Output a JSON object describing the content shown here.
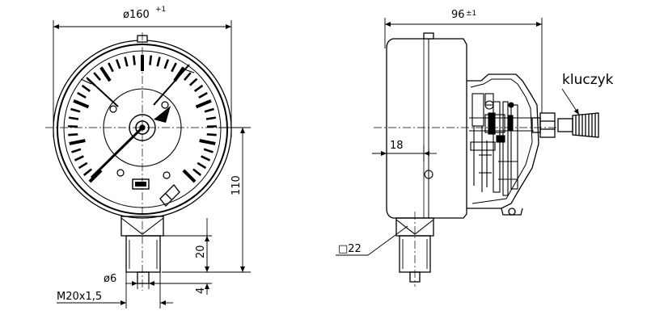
{
  "front_view": {
    "diameter_label": "ø160",
    "diameter_tol": "+1",
    "height_label": "110",
    "thread_len_label": "20",
    "tip_len_label": "4",
    "tip_diam_label": "ø6",
    "thread_label": "M20x1,5"
  },
  "side_view": {
    "depth_label": "96",
    "depth_tol": "±1",
    "offset_label": "18",
    "wrench_label": "□22",
    "key_label": "kluczyk"
  },
  "colors": {
    "line": "#000000",
    "background": "#ffffff"
  }
}
